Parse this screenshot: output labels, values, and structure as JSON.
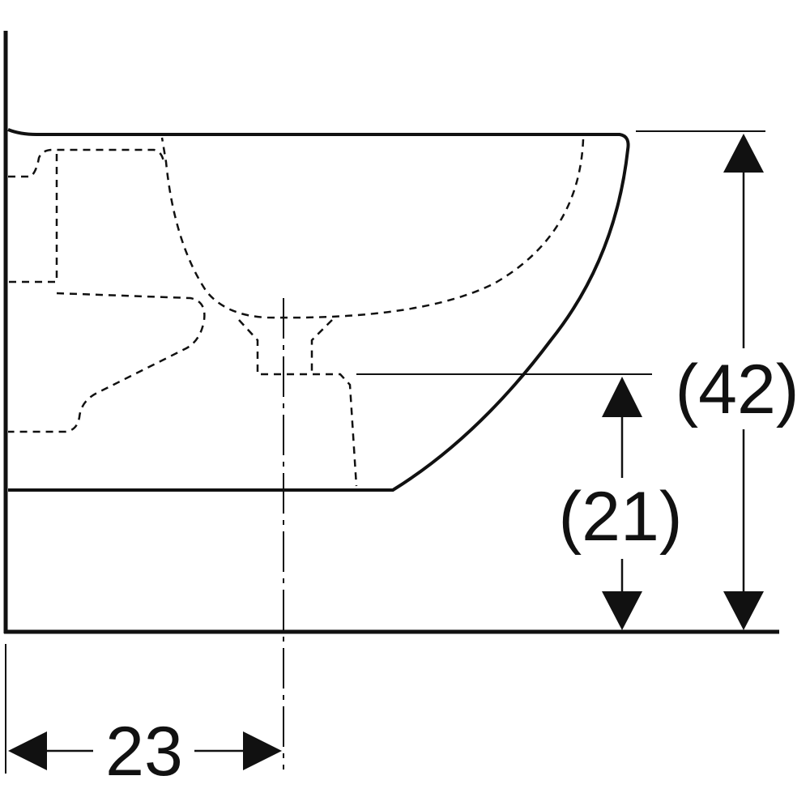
{
  "drawing": {
    "line_color": "#111111",
    "background": "#ffffff",
    "dimensions": {
      "total_height": "(42)",
      "rim_to_outlet_height": "(21)",
      "wall_to_outlet_axis": "23"
    }
  }
}
